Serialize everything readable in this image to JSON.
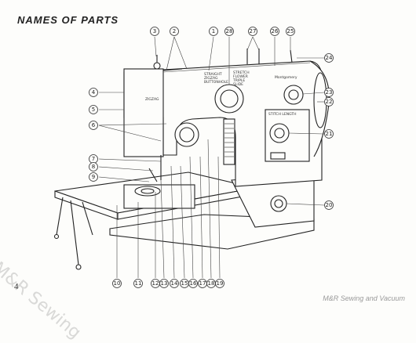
{
  "page": {
    "title": "NAMES OF PARTS",
    "page_number": "4",
    "watermark_diagonal": "M&R Sewing",
    "watermark_corner": "M&R Sewing and Vacuum"
  },
  "machine_text": {
    "brand": "Montgomery",
    "stitch_length": "STITCH LENGTH",
    "model_hint": "ZIGZAG",
    "panel_left": [
      "STRAIGHT",
      "ZIGZAG",
      "BUTTONHOLE"
    ],
    "panel_right": [
      "STRETCH",
      "FLOWER",
      "TRIPLE",
      "SLIDE"
    ]
  },
  "callouts": [
    "1",
    "2",
    "3",
    "4",
    "5",
    "6",
    "7",
    "8",
    "9",
    "10",
    "11",
    "12",
    "13",
    "14",
    "15",
    "16",
    "17",
    "18",
    "19",
    "20",
    "21",
    "22",
    "23",
    "24",
    "25",
    "26",
    "27",
    "28"
  ]
}
